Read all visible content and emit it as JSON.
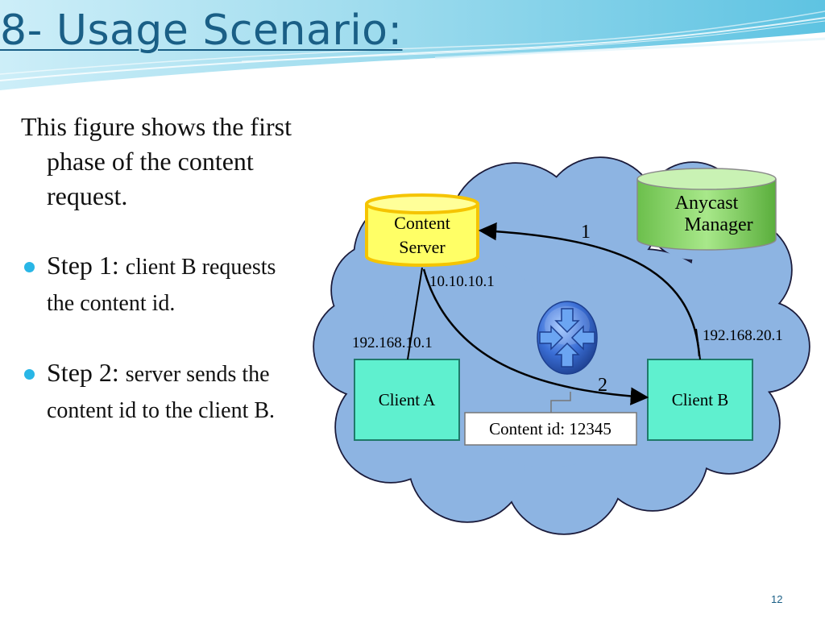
{
  "slide": {
    "title": "8- Usage Scenario:",
    "intro": "This figure shows the first phase of the content request.",
    "steps": [
      {
        "label": "Step 1:",
        "text": "client B requests the content id."
      },
      {
        "label": "Step 2:",
        "text": "server sends the content id to the client B."
      }
    ],
    "page_number": "12"
  },
  "diagram": {
    "nodes": {
      "content_server": {
        "line1": "Content",
        "line2": "Server"
      },
      "anycast_manager": {
        "line1": "Anycast",
        "line2": "Manager"
      },
      "client_a": {
        "label": "Client A"
      },
      "client_b": {
        "label": "Client B"
      }
    },
    "addresses": {
      "server": "10.10.10.1",
      "client_a": "192.168.10.1",
      "client_b": "192.168.20.1"
    },
    "steps": {
      "first": "1",
      "second": "2"
    },
    "callout": "Content id: 12345",
    "colors": {
      "cloud": "#8db4e2",
      "cloud_border": "#1a1a3a",
      "server_fill": "#ffff66",
      "server_border": "#f5c400",
      "manager_fill": "#8ed86f",
      "client_fill": "#5ff0cf",
      "client_border": "#1e7a6a",
      "router": "#3b6fd6",
      "title": "#1a5f86"
    },
    "icons": [
      "router-icon"
    ]
  }
}
